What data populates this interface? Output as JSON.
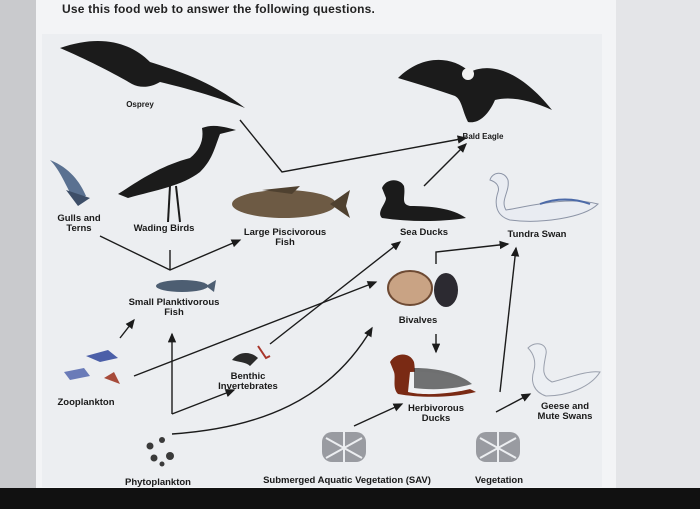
{
  "instruction": "Use this food web to answer the following questions.",
  "organisms": {
    "osprey": "Osprey",
    "bald_eagle": "Bald Eagle",
    "gulls_terns": "Gulls and\nTerns",
    "wading_birds": "Wading Birds",
    "large_piscivorous_fish": "Large Piscivorous\nFish",
    "sea_ducks": "Sea Ducks",
    "tundra_swan": "Tundra Swan",
    "small_planktivorous_fish": "Small Planktivorous\nFish",
    "bivalves": "Bivalves",
    "benthic_invertebrates": "Benthic\nInvertebrates",
    "zooplankton": "Zooplankton",
    "herbivorous_ducks": "Herbivorous\nDucks",
    "geese_mute_swans": "Geese and\nMute Swans",
    "phytoplankton": "Phytoplankton",
    "sav": "Submerged Aquatic Vegetation (SAV)",
    "vegetation": "Vegetation"
  },
  "colors": {
    "bird": "#1b1b1b",
    "arrow": "#1b1b1b",
    "fish": "#6d5a44",
    "swan": "#e9ecf2",
    "duck_head": "#7a2a14",
    "plankton": "#4b5fa8",
    "vegetation": "#7d7f86"
  }
}
